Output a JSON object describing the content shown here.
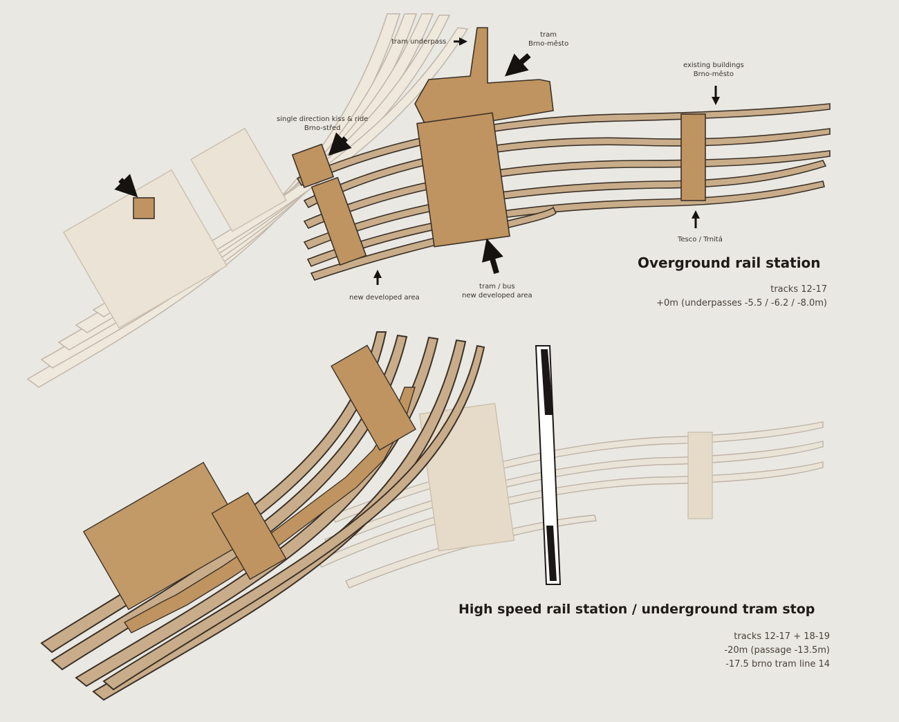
{
  "colors": {
    "background": "#e9e8e3",
    "track_fill": "#c9ad8a",
    "building_fill": "#bf9460",
    "ghost_fill": "#ece4d6",
    "outline": "#3b3128",
    "arrow": "#151210",
    "tram_dark": "#1a1714"
  },
  "overground": {
    "title": "Overground rail station",
    "tracks": "tracks 12-17",
    "levels": "+0m (underpasses -5.5 / -6.2 / -8.0m)"
  },
  "high_speed": {
    "title": "High speed rail station / underground tram stop",
    "tracks": "tracks 12-17 + 18-19",
    "depth": "-20m (passage -13.5m)",
    "tram_line": "-17.5 brno tram line 14"
  },
  "labels": {
    "tram_underpass": "tram underpass",
    "tram_brno_line1": "tram",
    "tram_brno_line2": "Brno-město",
    "existing_line1": "existing buildings",
    "existing_line2": "Brno-město",
    "kiss_line1": "single direction kiss & ride",
    "kiss_line2": "Brno-střed",
    "new_area": "new developed area",
    "tram_bus_line1": "tram / bus",
    "tram_bus_line2": "new developed area",
    "tesco": "Tesco / Trnitá"
  },
  "icons": [
    "arrow-icon"
  ]
}
